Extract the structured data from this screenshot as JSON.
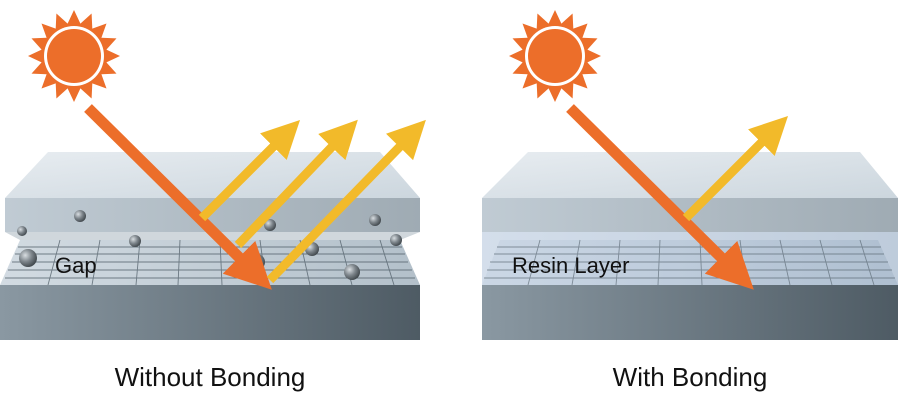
{
  "panels": {
    "left": {
      "label": "Gap",
      "caption": "Without Bonding",
      "reflected_rays": 3,
      "has_bubbles": true
    },
    "right": {
      "label": "Resin Layer",
      "caption": "With Bonding",
      "reflected_rays": 1,
      "has_bubbles": false
    }
  },
  "colors": {
    "sun": "#EC6E2A",
    "incident_ray": "#EC6E2A",
    "reflected_ray": "#F2BA2A",
    "glass": "#CBD6DF",
    "panel_front": "#6D7C86",
    "grid_line": "#4E5C66"
  },
  "icons": {
    "sun": "sun-icon"
  }
}
